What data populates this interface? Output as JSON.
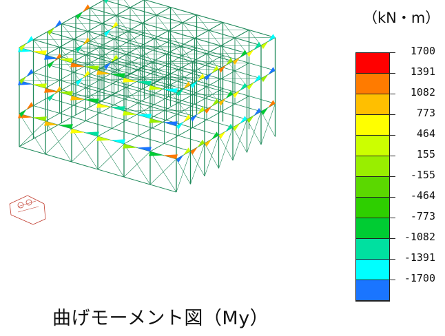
{
  "unit": "（kN・m）",
  "caption": "曲げモーメント図（My）",
  "legend": {
    "labels": [
      "1700",
      "1391",
      "1082",
      "773",
      "464",
      "155",
      "-155",
      "-464",
      "-773",
      "-1082",
      "-1391",
      "-1700"
    ],
    "colors": [
      "#ff0000",
      "#ff7b00",
      "#ffbf00",
      "#ffff00",
      "#ccff00",
      "#99ee00",
      "#5bd800",
      "#2ecf00",
      "#00cc33",
      "#00e0a0",
      "#00ffff",
      "#1a75ff"
    ]
  },
  "structure": {
    "frame_color": "#1f8a5b",
    "base_color": "#c0392b"
  }
}
